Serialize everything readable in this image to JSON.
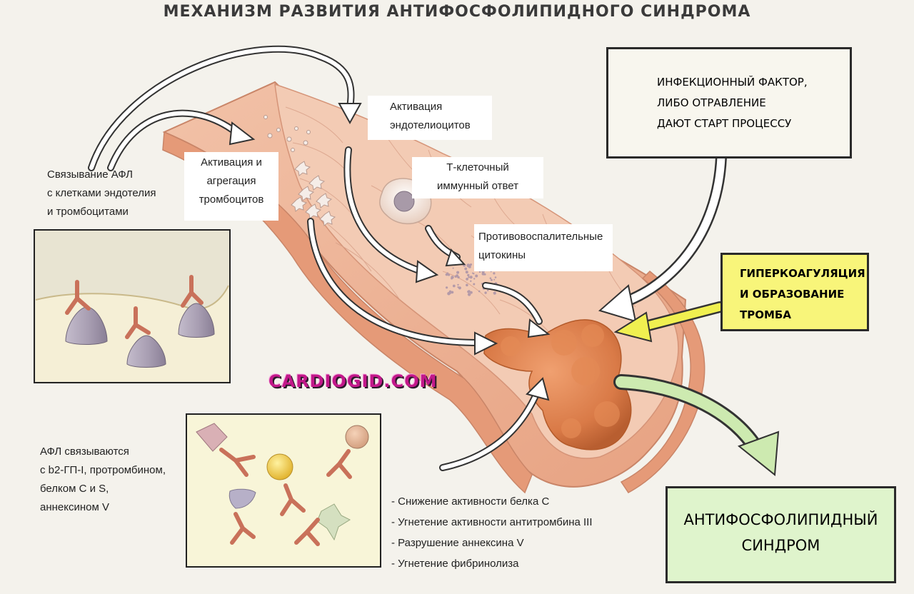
{
  "title": "МЕХАНИЗМ РАЗВИТИЯ АНТИФОСФОЛИПИДНОГО СИНДРОМА",
  "labels": {
    "binding": [
      "Связывание АФЛ",
      "с клетками эндотелия",
      "и тромбоцитами"
    ],
    "platelets": [
      "Активация и",
      "агрегация",
      "тромбоцитов"
    ],
    "endothelium": [
      "Активация",
      "эндотелиоцитов"
    ],
    "tcell": [
      "Т-клеточный",
      "иммунный ответ"
    ],
    "cytokines": [
      "Противовоспалительные",
      "цитокины"
    ],
    "apl_binds": [
      "АФЛ связываются",
      "с b2-ГП-I, протромбином,",
      "белком С и S,",
      "аннексином V"
    ],
    "effects": [
      "- Снижение активности белка С",
      "- Угнетение активности антитромбина III",
      "- Разрушение аннексина V",
      "- Угнетение фибринолиза"
    ]
  },
  "boxes": {
    "infection": [
      "ИНФЕКЦИОННЫЙ ФАКТОР,",
      "ЛИБО ОТРАВЛЕНИЕ",
      "ДАЮТ СТАРТ ПРОЦЕССУ"
    ],
    "hypercoag": [
      "ГИПЕРКОАГУЛЯЦИЯ",
      "И ОБРАЗОВАНИЕ",
      "ТРОМБА"
    ],
    "syndrome": [
      "АНТИФОСФОЛИПИДНЫЙ",
      "СИНДРОМ"
    ]
  },
  "watermark": "CARDIOGID.COM",
  "colors": {
    "vessel": "#e9a789",
    "vessel_dark": "#c77d5f",
    "clot": "#d97a47",
    "hypercoag_fill": "#f8f57a",
    "syndrome_fill": "#dff4cc",
    "arrow_yellow": "#f0f050",
    "arrow_green": "#cdeab0",
    "antibody": "#c9715a",
    "receptor": "#9a90a6"
  }
}
